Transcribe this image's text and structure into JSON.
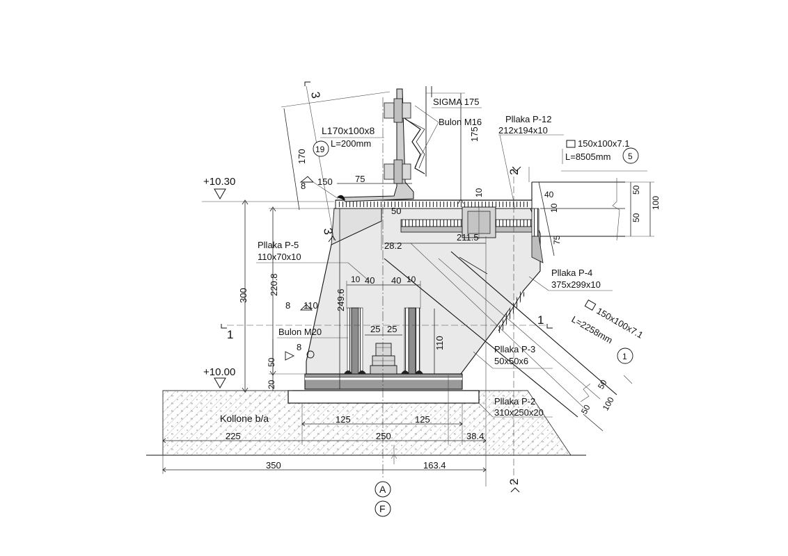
{
  "labels": {
    "sigma": "SIGMA 175",
    "bolt_m16": "Bulon M16",
    "angle_section": "L170x100x8",
    "angle_length": "L=200mm",
    "part_19": "19",
    "plate_p12_name": "Pllaka P-12",
    "plate_p12_size": "212x194x10",
    "tube_top_size": "150x100x7.1",
    "tube_top_length": "L=8505mm",
    "part_5": "5",
    "plate_p5_name": "Pllaka P-5",
    "plate_p5_size": "110x70x10",
    "plate_p4_name": "Pllaka P-4",
    "plate_p4_size": "375x299x10",
    "tube_diag_size": "150x100x7.1",
    "tube_diag_length": "L=2258mm",
    "part_1": "1",
    "bolt_m20": "Bulon M20",
    "plate_p3_name": "Pllaka P-3",
    "plate_p3_size": "50x50x6",
    "plate_p2_name": "Pllaka P-2",
    "plate_p2_size": "310x250x20",
    "column": "Kollone b/a"
  },
  "levels": {
    "top": "+10.30",
    "bottom": "+10.00"
  },
  "sections": {
    "s1": "1",
    "s2": "2",
    "s3": "3"
  },
  "axes": {
    "a": "A",
    "f": "F"
  },
  "weld_sizes": {
    "w1": "8",
    "w2": "8",
    "w3": "8"
  },
  "dimensions": {
    "d150": "150",
    "d75": "75",
    "d170": "170",
    "d175": "175",
    "d10a": "10",
    "d50a": "50",
    "d40a": "40",
    "d10b": "10",
    "d50b": "50",
    "d50c": "50",
    "d100a": "100",
    "d75b": "75",
    "d28_2": "28.2",
    "d211_5": "211.5",
    "d220_8": "220.8",
    "d249_6": "249.6",
    "d300": "300",
    "d10c": "10",
    "d40b": "40",
    "d40c": "40",
    "d10d": "10",
    "d110a": "110",
    "d25a": "25",
    "d25b": "25",
    "d110b": "110",
    "d50d": "50",
    "d20": "20",
    "d50e": "50",
    "d100b": "100",
    "d50f": "50",
    "d125a": "125",
    "d125b": "125",
    "d225": "225",
    "d250": "250",
    "d38_4": "38.4",
    "d350": "350",
    "d163_4": "163.4"
  }
}
